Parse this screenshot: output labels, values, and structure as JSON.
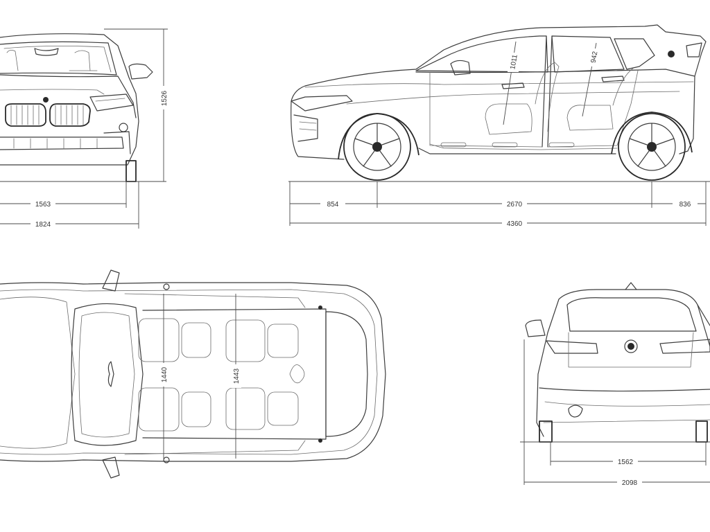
{
  "dimensions": {
    "front_height": "1526",
    "front_track": "1563",
    "front_width": "1824",
    "front_overhang": "854",
    "wheelbase": "2670",
    "rear_overhang": "836",
    "length": "4360",
    "front_headroom": "1011",
    "rear_headroom": "942",
    "front_shoulder": "1440",
    "rear_shoulder": "1443",
    "rear_track": "1562",
    "width_mirrors": "2098"
  }
}
